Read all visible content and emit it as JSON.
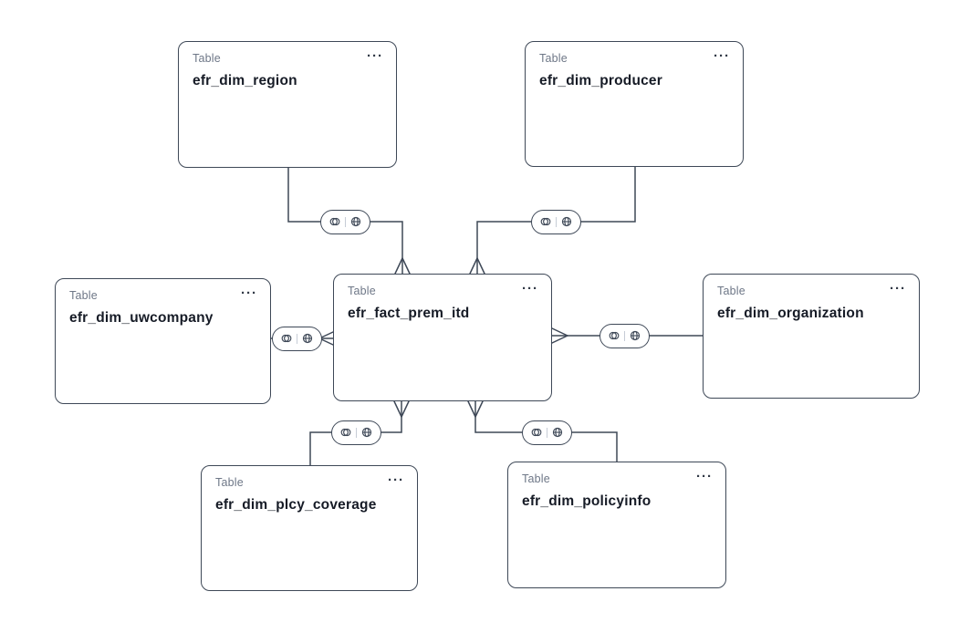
{
  "app": {
    "view": "entity-relationship-diagram",
    "background": "#ffffff"
  },
  "palette": {
    "stroke": "#3e4857",
    "card_border": "#3e4857",
    "card_background": "#ffffff",
    "kind_label_color": "#6e7787",
    "table_name_color": "#161b26",
    "badge_divider_color": "#c6ccd6"
  },
  "icons": {
    "menu": "···",
    "badge_left": "overlapping-circles-icon",
    "badge_right": "globe-icon",
    "many_marker": "crows-foot"
  },
  "tables": [
    {
      "kind": "Table",
      "name": "efr_dim_region"
    },
    {
      "kind": "Table",
      "name": "efr_dim_producer"
    },
    {
      "kind": "Table",
      "name": "efr_dim_uwcompany"
    },
    {
      "kind": "Table",
      "name": "efr_fact_prem_itd"
    },
    {
      "kind": "Table",
      "name": "efr_dim_organization"
    },
    {
      "kind": "Table",
      "name": "efr_dim_plcy_coverage"
    },
    {
      "kind": "Table",
      "name": "efr_dim_policyinfo"
    }
  ],
  "relationships": [
    {
      "from": "efr_dim_region",
      "to": "efr_fact_prem_itd",
      "many_side": "efr_fact_prem_itd",
      "badge": "overlapping-circles | globe"
    },
    {
      "from": "efr_dim_producer",
      "to": "efr_fact_prem_itd",
      "many_side": "efr_fact_prem_itd",
      "badge": "overlapping-circles | globe"
    },
    {
      "from": "efr_dim_uwcompany",
      "to": "efr_fact_prem_itd",
      "many_side": "efr_fact_prem_itd",
      "badge": "overlapping-circles | globe"
    },
    {
      "from": "efr_dim_organization",
      "to": "efr_fact_prem_itd",
      "many_side": "efr_fact_prem_itd",
      "badge": "overlapping-circles | globe"
    },
    {
      "from": "efr_dim_plcy_coverage",
      "to": "efr_fact_prem_itd",
      "many_side": "efr_fact_prem_itd",
      "badge": "overlapping-circles | globe"
    },
    {
      "from": "efr_dim_policyinfo",
      "to": "efr_fact_prem_itd",
      "many_side": "efr_fact_prem_itd",
      "badge": "overlapping-circles | globe"
    }
  ]
}
